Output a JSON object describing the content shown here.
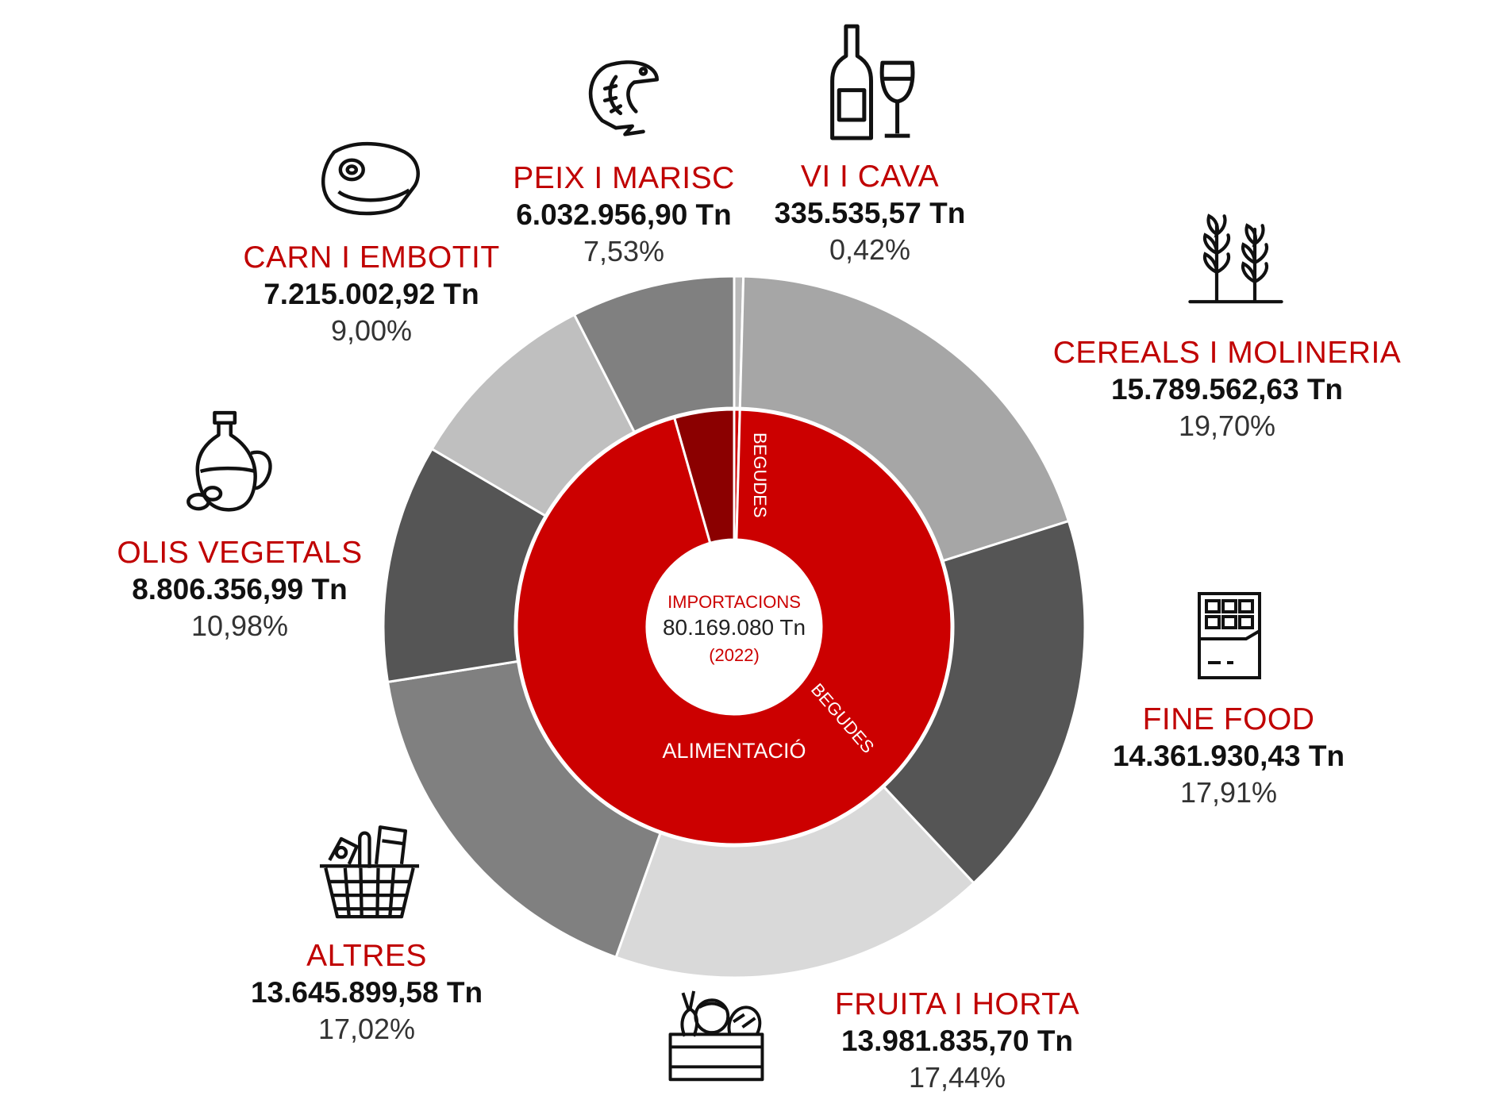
{
  "chart_data": {
    "type": "donut",
    "center": {
      "line1": "IMPORTACIONS",
      "line2": "80.169.080 Tn",
      "line3": "(2022)"
    },
    "inner_ring": [
      {
        "label": "BEGUDES",
        "percent": 0.42
      },
      {
        "label": "ALIMENTACIÓ",
        "percent": 95.15
      },
      {
        "label": "BEGUDES",
        "percent": 4.43
      }
    ],
    "outer_ring": [
      {
        "name": "VI I CAVA",
        "value": "335.535,57 Tn",
        "percent": 0.42,
        "pct_label": "0,42%",
        "color": "#b9b9b9",
        "icon": "wine-icon"
      },
      {
        "name": "CEREALS I MOLINERIA",
        "value": "15.789.562,63 Tn",
        "percent": 19.7,
        "pct_label": "19,70%",
        "color": "#a6a6a6",
        "icon": "wheat-icon"
      },
      {
        "name": "FINE FOOD",
        "value": "14.361.930,43 Tn",
        "percent": 17.91,
        "pct_label": "17,91%",
        "color": "#555555",
        "icon": "chocolate-icon"
      },
      {
        "name": "FRUITA I HORTA",
        "value": "13.981.835,70 Tn",
        "percent": 17.44,
        "pct_label": "17,44%",
        "color": "#d9d9d9",
        "icon": "vegetable-crate-icon"
      },
      {
        "name": "ALTRES",
        "value": "13.645.899,58 Tn",
        "percent": 17.02,
        "pct_label": "17,02%",
        "color": "#808080",
        "icon": "basket-icon"
      },
      {
        "name": "OLIS VEGETALS",
        "value": "8.806.356,99 Tn",
        "percent": 10.98,
        "pct_label": "10,98%",
        "color": "#555555",
        "icon": "oil-bottle-icon"
      },
      {
        "name": "CARN I EMBOTIT",
        "value": "7.215.002,92 Tn",
        "percent": 9.0,
        "pct_label": "9,00%",
        "color": "#bfbfbf",
        "icon": "steak-icon"
      },
      {
        "name": "PEIX I MARISC",
        "value": "6.032.956,90 Tn",
        "percent": 7.53,
        "pct_label": "7,53%",
        "color": "#808080",
        "icon": "shrimp-icon"
      }
    ],
    "colors": {
      "inner_main": "#cc0000",
      "inner_dark": "#8b0000",
      "label_red": "#c00000"
    }
  }
}
